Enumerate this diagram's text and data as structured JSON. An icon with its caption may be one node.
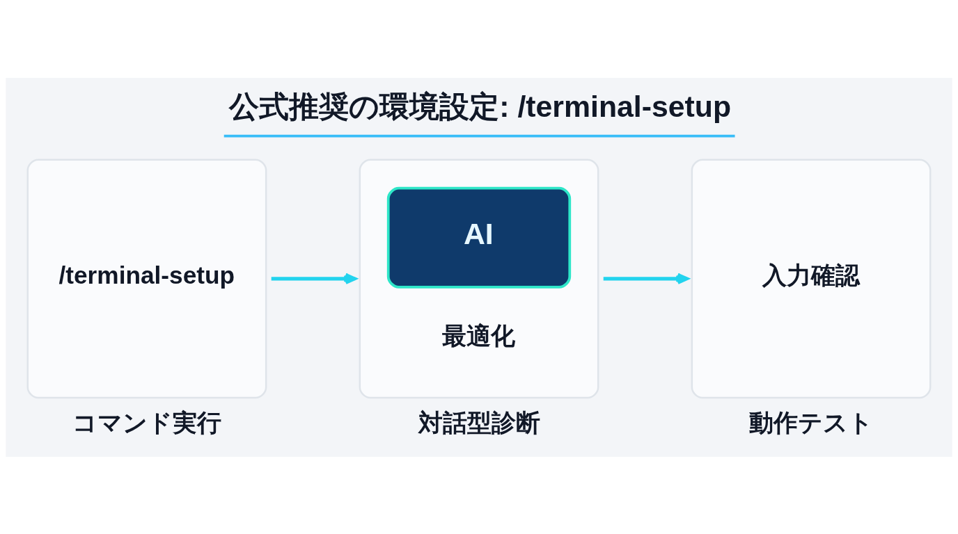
{
  "diagram": {
    "title": "公式推奨の環境設定: /terminal-setup",
    "nodes": [
      {
        "text": [
          "/terminal-setup"
        ],
        "beside": [
          "コマンド実行"
        ]
      },
      {
        "text": [
          "AI",
          "最適化"
        ],
        "beside": [
          "対話型診断"
        ]
      },
      {
        "text": [
          "入力確認"
        ],
        "beside": [
          "動作テスト"
        ]
      }
    ],
    "edges": [
      {
        "from": 0,
        "to": 1,
        "arrow": "to"
      },
      {
        "from": 1,
        "to": 2,
        "arrow": "to"
      }
    ]
  }
}
